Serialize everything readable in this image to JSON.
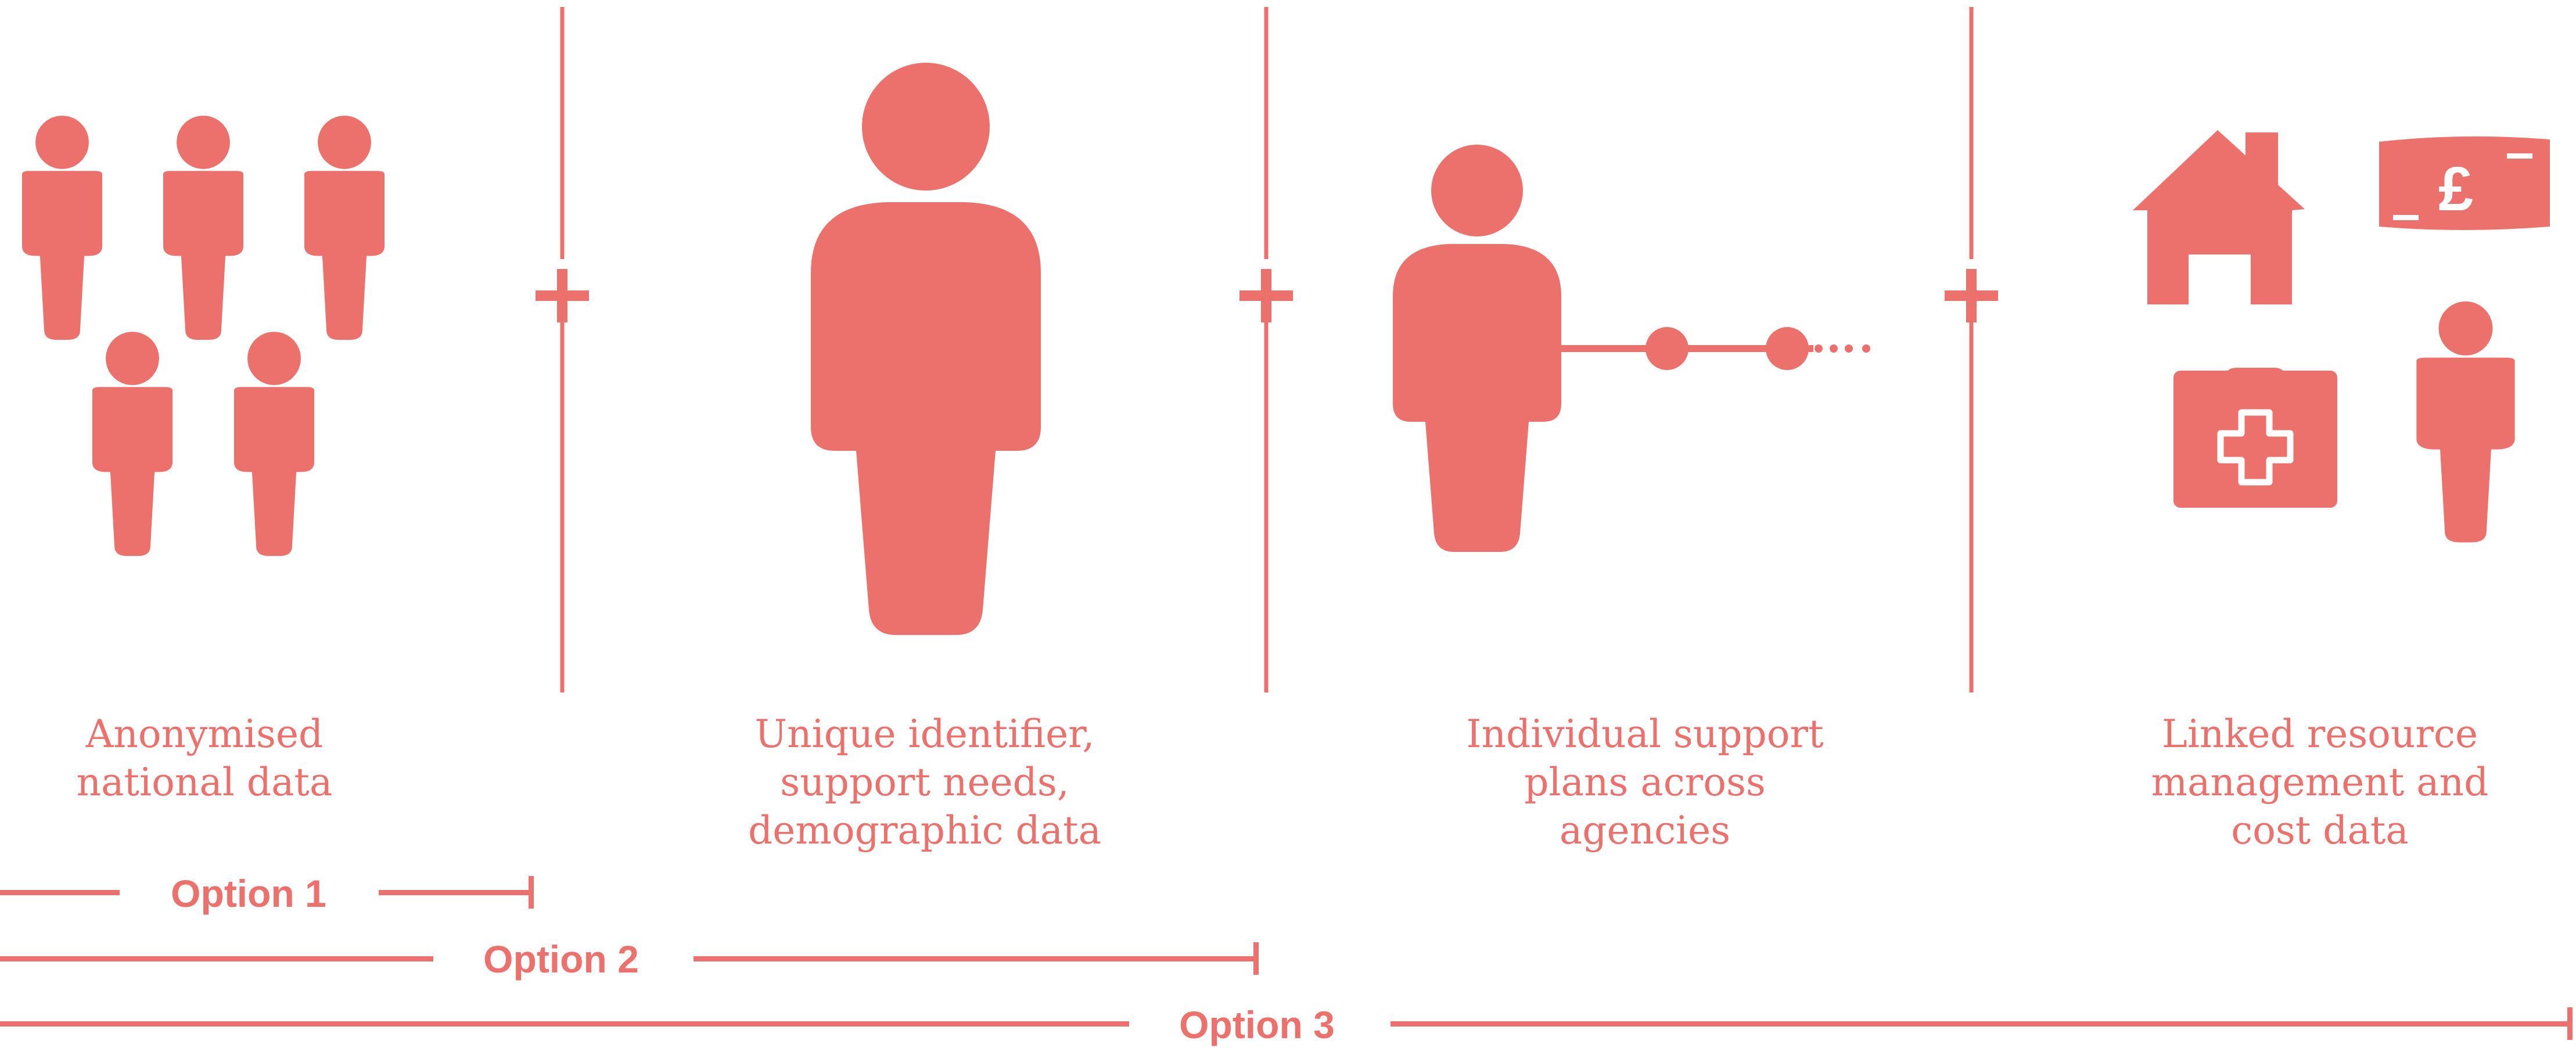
{
  "palette": {
    "accent": "#ec706c",
    "background": "#ffffff"
  },
  "panels": [
    {
      "icon": "crowd-icon",
      "caption_lines": [
        "Anonymised",
        "national data"
      ]
    },
    {
      "icon": "person-icon",
      "caption_lines": [
        "Unique identifier,",
        "support needs,",
        "demographic data"
      ]
    },
    {
      "icon": "person-timeline-icon",
      "caption_lines": [
        "Individual support",
        "plans across",
        "agencies"
      ]
    },
    {
      "icon": "resources-icon",
      "caption_lines": [
        "Linked resource",
        "management and",
        "cost data"
      ]
    }
  ],
  "separators": [
    {
      "icon": "plus-icon"
    },
    {
      "icon": "plus-icon"
    },
    {
      "icon": "plus-icon"
    }
  ],
  "resource_icons": [
    "house-icon",
    "banknote-icon",
    "medical-kit-icon",
    "person-icon"
  ],
  "banknote_symbol": "£",
  "options": [
    {
      "label": "Option 1",
      "includes_panels": 1
    },
    {
      "label": "Option 2",
      "includes_panels": 2
    },
    {
      "label": "Option 3",
      "includes_panels": 4
    }
  ]
}
